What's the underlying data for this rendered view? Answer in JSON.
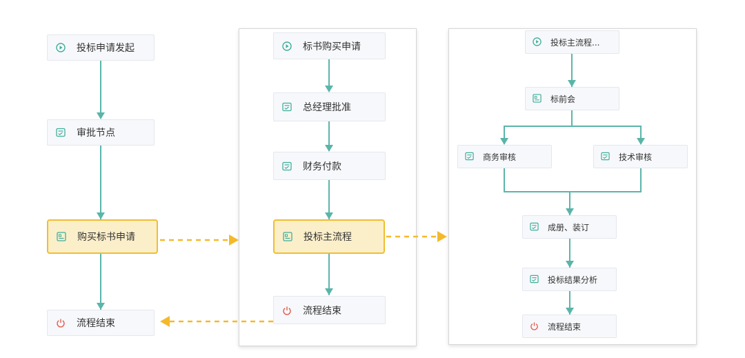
{
  "colors": {
    "connector": "#5ab5a9",
    "dashed_link": "#f4b92b",
    "highlight_fill": "#fbefca",
    "highlight_border": "#f1bd2f",
    "start_icon": "#3fae9c",
    "task_icon": "#3fae9c",
    "end_icon": "#e35d4f"
  },
  "flow_main": {
    "start": {
      "label": "投标申请发起",
      "icon": "play-circle-icon"
    },
    "approval": {
      "label": "审批节点",
      "icon": "task-icon"
    },
    "purchase": {
      "label": "购买标书申请",
      "icon": "subprocess-icon"
    },
    "end": {
      "label": "流程结束",
      "icon": "power-icon"
    }
  },
  "flow_purchase": {
    "start": {
      "label": "标书购买申请",
      "icon": "play-circle-icon"
    },
    "gm_approval": {
      "label": "总经理批准",
      "icon": "task-icon"
    },
    "payment": {
      "label": "财务付款",
      "icon": "task-icon"
    },
    "bid_main": {
      "label": "投标主流程",
      "icon": "subprocess-icon"
    },
    "end": {
      "label": "流程结束",
      "icon": "power-icon"
    }
  },
  "flow_bid": {
    "start": {
      "label": "投标主流程...",
      "icon": "play-circle-icon"
    },
    "pre_meeting": {
      "label": "标前会",
      "icon": "subprocess-icon"
    },
    "business_review": {
      "label": "商务审核",
      "icon": "task-icon"
    },
    "tech_review": {
      "label": "技术审核",
      "icon": "task-icon"
    },
    "binding": {
      "label": "成册、装订",
      "icon": "task-icon"
    },
    "result_analysis": {
      "label": "投标结果分析",
      "icon": "task-icon"
    },
    "end": {
      "label": "流程结束",
      "icon": "power-icon"
    }
  }
}
